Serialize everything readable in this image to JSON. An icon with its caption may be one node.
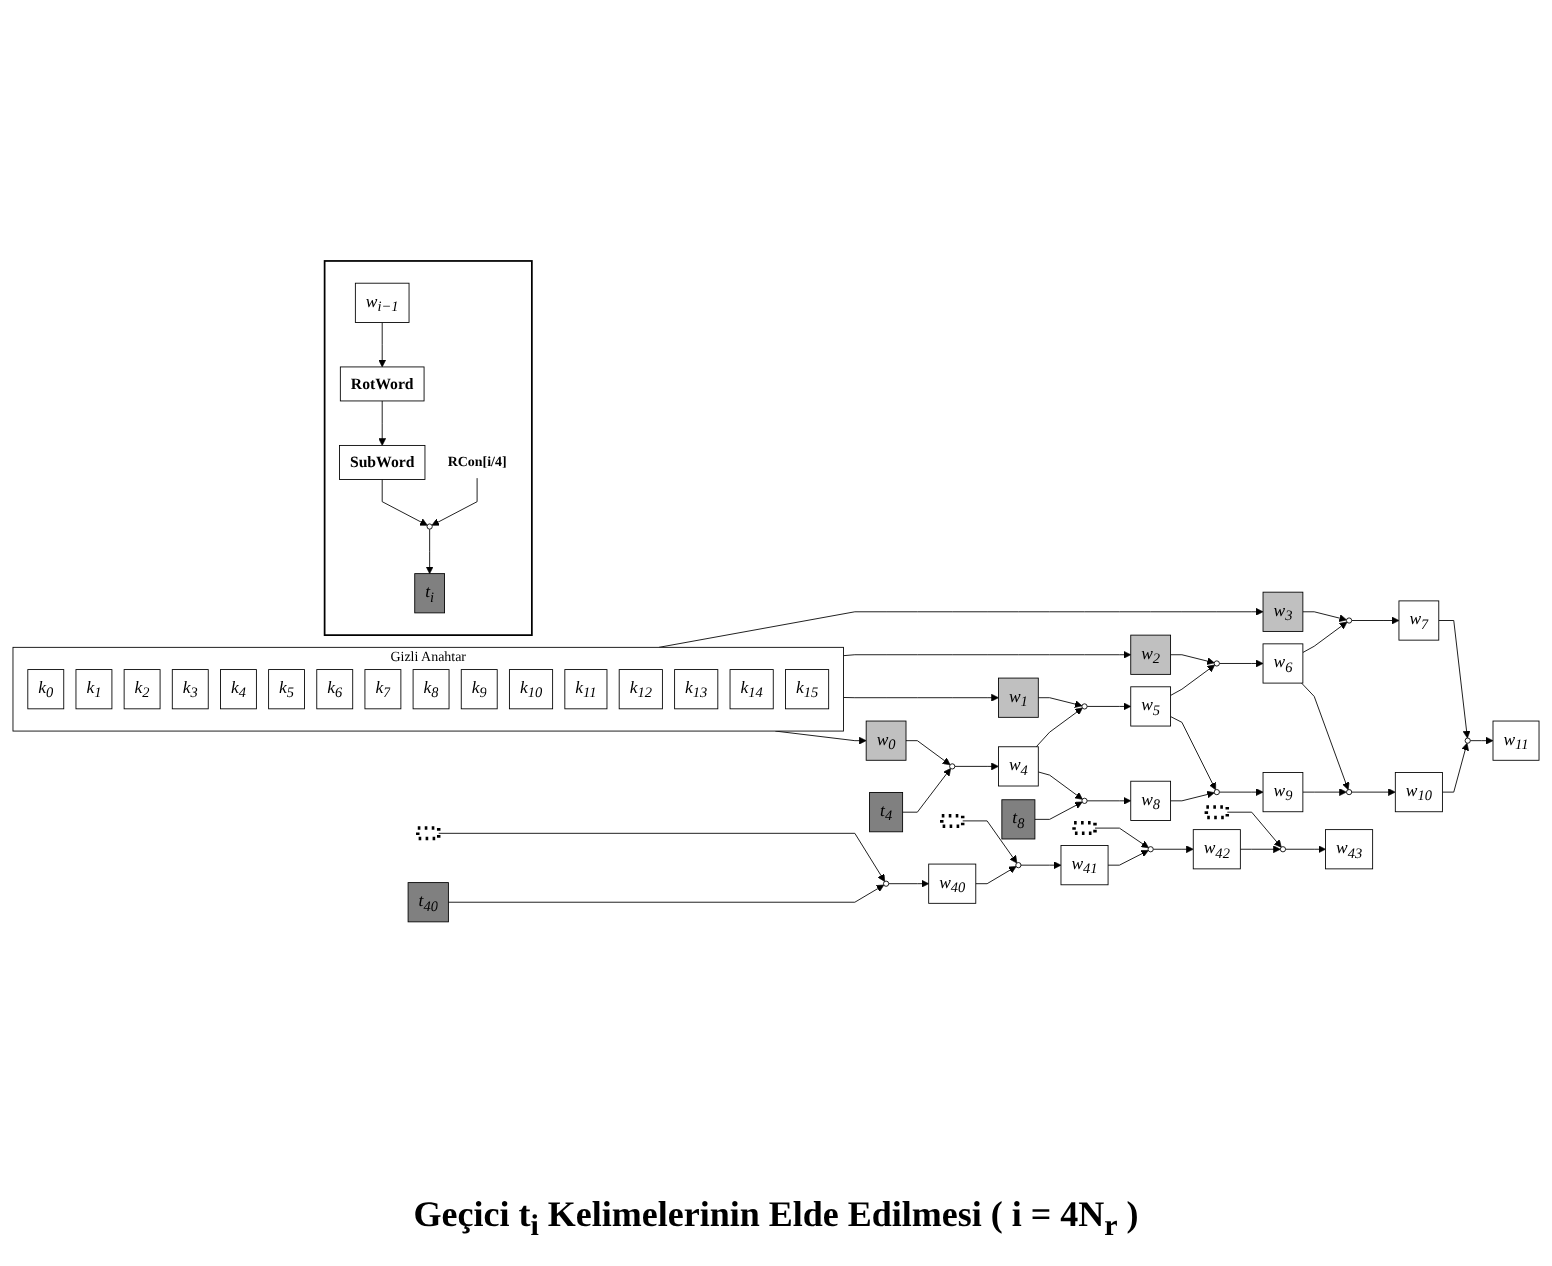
{
  "diagram": {
    "caption": "Geçici t$_{i}$ Kelimelerinin Elde Edilmesi ( i = 4N$_{r}$ )",
    "nodes": [
      {
        "text": [
          "Gizli Anahtar"
        ]
      },
      {
        "text": [
          "k$_{0}$"
        ],
        "in": 0
      },
      {
        "text": [
          "k$_{1}$"
        ],
        "in": 0
      },
      {
        "text": [
          "k$_{2}$"
        ],
        "in": 0
      },
      {
        "text": [
          "k$_{3}$"
        ],
        "in": 0
      },
      {
        "text": [
          "k$_{4}$"
        ],
        "in": 0
      },
      {
        "text": [
          "k$_{5}$"
        ],
        "in": 0
      },
      {
        "text": [
          "k$_{6}$"
        ],
        "in": 0
      },
      {
        "text": [
          "k$_{7}$"
        ],
        "in": 0
      },
      {
        "text": [
          "k$_{8}$"
        ],
        "in": 0
      },
      {
        "text": [
          "k$_{9}$"
        ],
        "in": 0
      },
      {
        "text": [
          "k$_{10}$"
        ],
        "in": 0
      },
      {
        "text": [
          "k$_{11}$"
        ],
        "in": 0
      },
      {
        "text": [
          "k$_{12}$"
        ],
        "in": 0
      },
      {
        "text": [
          "k$_{13}$"
        ],
        "in": 0
      },
      {
        "text": [
          "k$_{14}$"
        ],
        "in": 0
      },
      {
        "text": [
          "k$_{15}$"
        ],
        "in": 0
      },
      {
        "text": [
          "w$_{0}$"
        ]
      },
      {
        "text": [
          "w$_{1}$"
        ]
      },
      {
        "text": [
          "w$_{2}$"
        ]
      },
      {
        "text": [
          "w$_{3}$"
        ]
      },
      {
        "text": [
          "t$_{4}$"
        ]
      },
      {
        "text": [],
        "shape": "circle"
      },
      {
        "text": [
          "w$_{4}$"
        ]
      },
      {
        "text": [],
        "shape": "circle"
      },
      {
        "text": [
          "w$_{5}$"
        ]
      },
      {
        "text": [],
        "shape": "circle"
      },
      {
        "text": [
          "w$_{6}$"
        ]
      },
      {
        "text": [],
        "shape": "circle"
      },
      {
        "text": [
          "w$_{7}$"
        ]
      },
      {
        "text": [
          "t$_{8}$"
        ]
      },
      {
        "text": [],
        "shape": "circle"
      },
      {
        "text": [
          "w$_{8}$"
        ]
      },
      {
        "text": [],
        "shape": "circle"
      },
      {
        "text": [
          "w$_{9}$"
        ]
      },
      {
        "text": [],
        "shape": "circle"
      },
      {
        "text": [
          "w$_{10}$"
        ]
      },
      {
        "text": [],
        "shape": "circle"
      },
      {
        "text": [
          "w$_{11}$"
        ]
      },
      {
        "text": [],
        "shape": "dots"
      },
      {
        "text": [],
        "shape": "dots"
      },
      {
        "text": [],
        "shape": "dots"
      },
      {
        "text": [],
        "shape": "dots"
      },
      {
        "text": [
          "t$_{40}$"
        ]
      },
      {
        "text": [],
        "shape": "circle"
      },
      {
        "text": [
          "w$_{40}$"
        ]
      },
      {
        "text": [],
        "shape": "circle"
      },
      {
        "text": [
          "w$_{41}$"
        ]
      },
      {
        "text": [],
        "shape": "circle"
      },
      {
        "text": [
          "w$_{42}$"
        ]
      },
      {
        "text": [],
        "shape": "circle"
      },
      {
        "text": [
          "w$_{43}$"
        ]
      },
      {
        "text": [],
        "shape": "box"
      },
      {
        "text": [
          "RCon[i/4]"
        ],
        "in": 52
      },
      {
        "text": [
          "w$_{i−1}$"
        ],
        "in": 52
      },
      {
        "text": [
          "RotWord"
        ],
        "in": 52
      },
      {
        "text": [
          "SubWord"
        ],
        "in": 52
      },
      {
        "text": [],
        "shape": "circle",
        "in": 52
      },
      {
        "text": [
          "t$_{i}$"
        ],
        "in": 52
      }
    ],
    "edges": [
      {
        "from": 0,
        "to": 17,
        "arrow": "to"
      },
      {
        "from": 0,
        "to": 18,
        "arrow": "to"
      },
      {
        "from": 0,
        "to": 19,
        "arrow": "to"
      },
      {
        "from": 0,
        "to": 20,
        "arrow": "to"
      },
      {
        "from": 17,
        "to": 22,
        "arrow": "to"
      },
      {
        "from": 18,
        "to": 24,
        "arrow": "to"
      },
      {
        "from": 19,
        "to": 26,
        "arrow": "to"
      },
      {
        "from": 20,
        "to": 28,
        "arrow": "to"
      },
      {
        "from": 21,
        "to": 22,
        "arrow": "to"
      },
      {
        "from": 22,
        "to": 23,
        "arrow": "to"
      },
      {
        "from": 23,
        "to": 24,
        "arrow": "to"
      },
      {
        "from": 24,
        "to": 25,
        "arrow": "to"
      },
      {
        "from": 25,
        "to": 26,
        "arrow": "to"
      },
      {
        "from": 26,
        "to": 27,
        "arrow": "to"
      },
      {
        "from": 27,
        "to": 28,
        "arrow": "to"
      },
      {
        "from": 28,
        "to": 29,
        "arrow": "to"
      },
      {
        "from": 23,
        "to": 31,
        "arrow": "to"
      },
      {
        "from": 25,
        "to": 33,
        "arrow": "to"
      },
      {
        "from": 27,
        "to": 35,
        "arrow": "to"
      },
      {
        "from": 29,
        "to": 37,
        "arrow": "to"
      },
      {
        "from": 30,
        "to": 31,
        "arrow": "to"
      },
      {
        "from": 31,
        "to": 32,
        "arrow": "to"
      },
      {
        "from": 32,
        "to": 33,
        "arrow": "to"
      },
      {
        "from": 33,
        "to": 34,
        "arrow": "to"
      },
      {
        "from": 34,
        "to": 35,
        "arrow": "to"
      },
      {
        "from": 35,
        "to": 36,
        "arrow": "to"
      },
      {
        "from": 36,
        "to": 37,
        "arrow": "to"
      },
      {
        "from": 37,
        "to": 38,
        "arrow": "to"
      },
      {
        "from": 39,
        "to": 44,
        "arrow": "to"
      },
      {
        "from": 40,
        "to": 46,
        "arrow": "to"
      },
      {
        "from": 41,
        "to": 48,
        "arrow": "to"
      },
      {
        "from": 42,
        "to": 50,
        "arrow": "to"
      },
      {
        "from": 43,
        "to": 44,
        "arrow": "to"
      },
      {
        "from": 44,
        "to": 45,
        "arrow": "to"
      },
      {
        "from": 45,
        "to": 46,
        "arrow": "to"
      },
      {
        "from": 46,
        "to": 47,
        "arrow": "to"
      },
      {
        "from": 47,
        "to": 48,
        "arrow": "to"
      },
      {
        "from": 48,
        "to": 49,
        "arrow": "to"
      },
      {
        "from": 49,
        "to": 50,
        "arrow": "to"
      },
      {
        "from": 50,
        "to": 51,
        "arrow": "to"
      },
      {
        "from": 54,
        "to": 55,
        "arrow": "to"
      },
      {
        "from": 55,
        "to": 56,
        "arrow": "to"
      },
      {
        "from": 56,
        "to": 57,
        "arrow": "to"
      },
      {
        "from": 53,
        "to": 57,
        "arrow": "to"
      },
      {
        "from": 57,
        "to": 58,
        "arrow": "to"
      }
    ]
  }
}
